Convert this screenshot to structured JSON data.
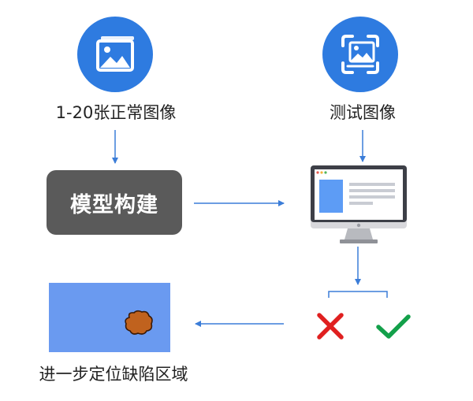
{
  "top_left": {
    "icon": "image-stack-icon",
    "label": "1-20张正常图像"
  },
  "top_right": {
    "icon": "image-scan-icon",
    "label": "测试图像"
  },
  "model": {
    "label": "模型构建"
  },
  "monitor": {
    "icon": "monitor-icon"
  },
  "outcomes": {
    "fail_icon": "cross-icon",
    "pass_icon": "check-icon"
  },
  "result": {
    "label": "进一步定位缺陷区域"
  },
  "colors": {
    "accent": "#2e7be0",
    "arrow": "#3b7dd8",
    "model_box": "#5a5a5a",
    "result_bg": "#6a9af0",
    "defect": "#c0621e",
    "cross": "#e02020",
    "check": "#13a04a"
  }
}
